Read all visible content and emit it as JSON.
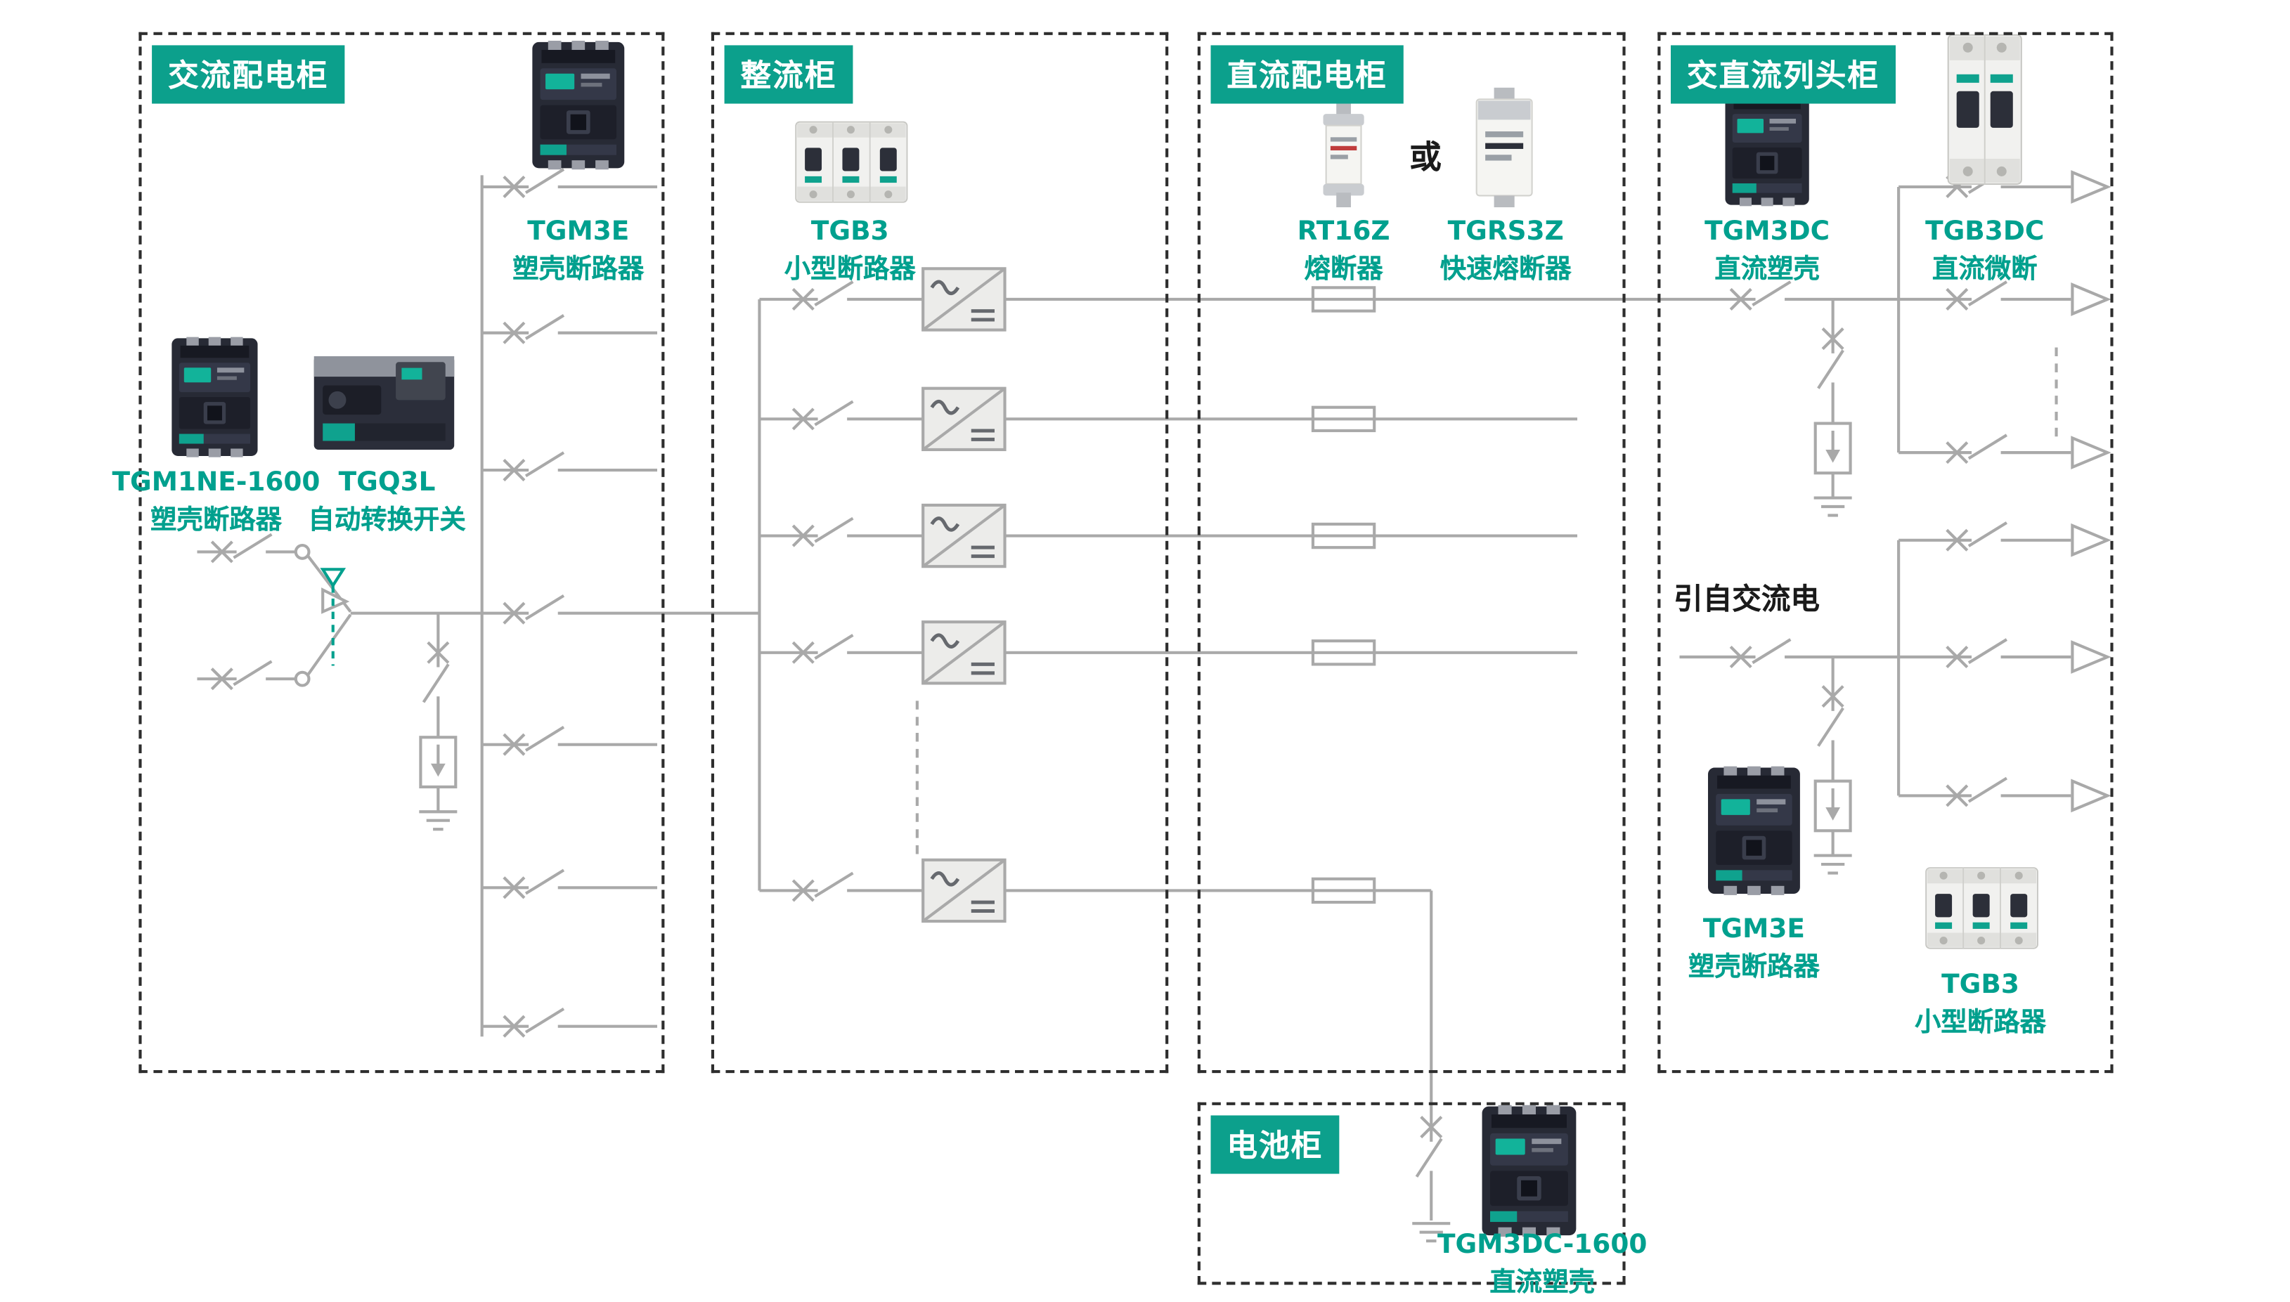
{
  "colors": {
    "accent": "#00A08E",
    "wire": "#a9a9a9",
    "border": "#2e2e2e",
    "header_bg": "#0CA08C",
    "header_text": "#ffffff"
  },
  "sections": {
    "ac": {
      "title": "交流配电柜"
    },
    "rectifier": {
      "title": "整流柜"
    },
    "dc": {
      "title": "直流配电柜"
    },
    "row_head": {
      "title": "交直流列头柜"
    },
    "battery": {
      "title": "电池柜"
    }
  },
  "products": {
    "tgm3e_ac": {
      "name": "TGM3E",
      "desc": "塑壳断路器"
    },
    "tgm1ne": {
      "name": "TGM1NE-1600",
      "desc": "塑壳断路器"
    },
    "tgq3l": {
      "name": "TGQ3L",
      "desc": "自动转换开关"
    },
    "tgb3_rect": {
      "name": "TGB3",
      "desc": "小型断路器"
    },
    "rt16z": {
      "name": "RT16Z",
      "desc": "熔断器"
    },
    "tgrs3z": {
      "name": "TGRS3Z",
      "desc": "快速熔断器"
    },
    "tgm3dc": {
      "name": "TGM3DC",
      "desc": "直流塑壳"
    },
    "tgb3dc": {
      "name": "TGB3DC",
      "desc": "直流微断"
    },
    "tgm3e_row": {
      "name": "TGM3E",
      "desc": "塑壳断路器"
    },
    "tgb3_row": {
      "name": "TGB3",
      "desc": "小型断路器"
    },
    "tgm3dc_1600": {
      "name": "TGM3DC-1600",
      "desc": "直流塑壳"
    }
  },
  "labels": {
    "or": "或",
    "from_ac": "引自交流电"
  }
}
